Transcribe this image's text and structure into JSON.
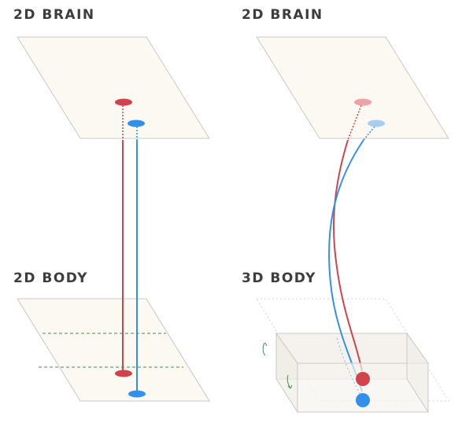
{
  "labels": {
    "top_left": "2D BRAIN",
    "top_right": "2D BRAIN",
    "bottom_left": "2D BODY",
    "bottom_right": "3D BODY"
  },
  "colors": {
    "plane_fill": "#fcf9f2",
    "plane_stroke": "#c9c9c9",
    "red": "#d0434a",
    "blue": "#3390ea",
    "red_faded": "#eba3a6",
    "blue_faded": "#a6cdf3",
    "dashed_green": "#3f8f5f",
    "text": "#3d3d3d"
  }
}
